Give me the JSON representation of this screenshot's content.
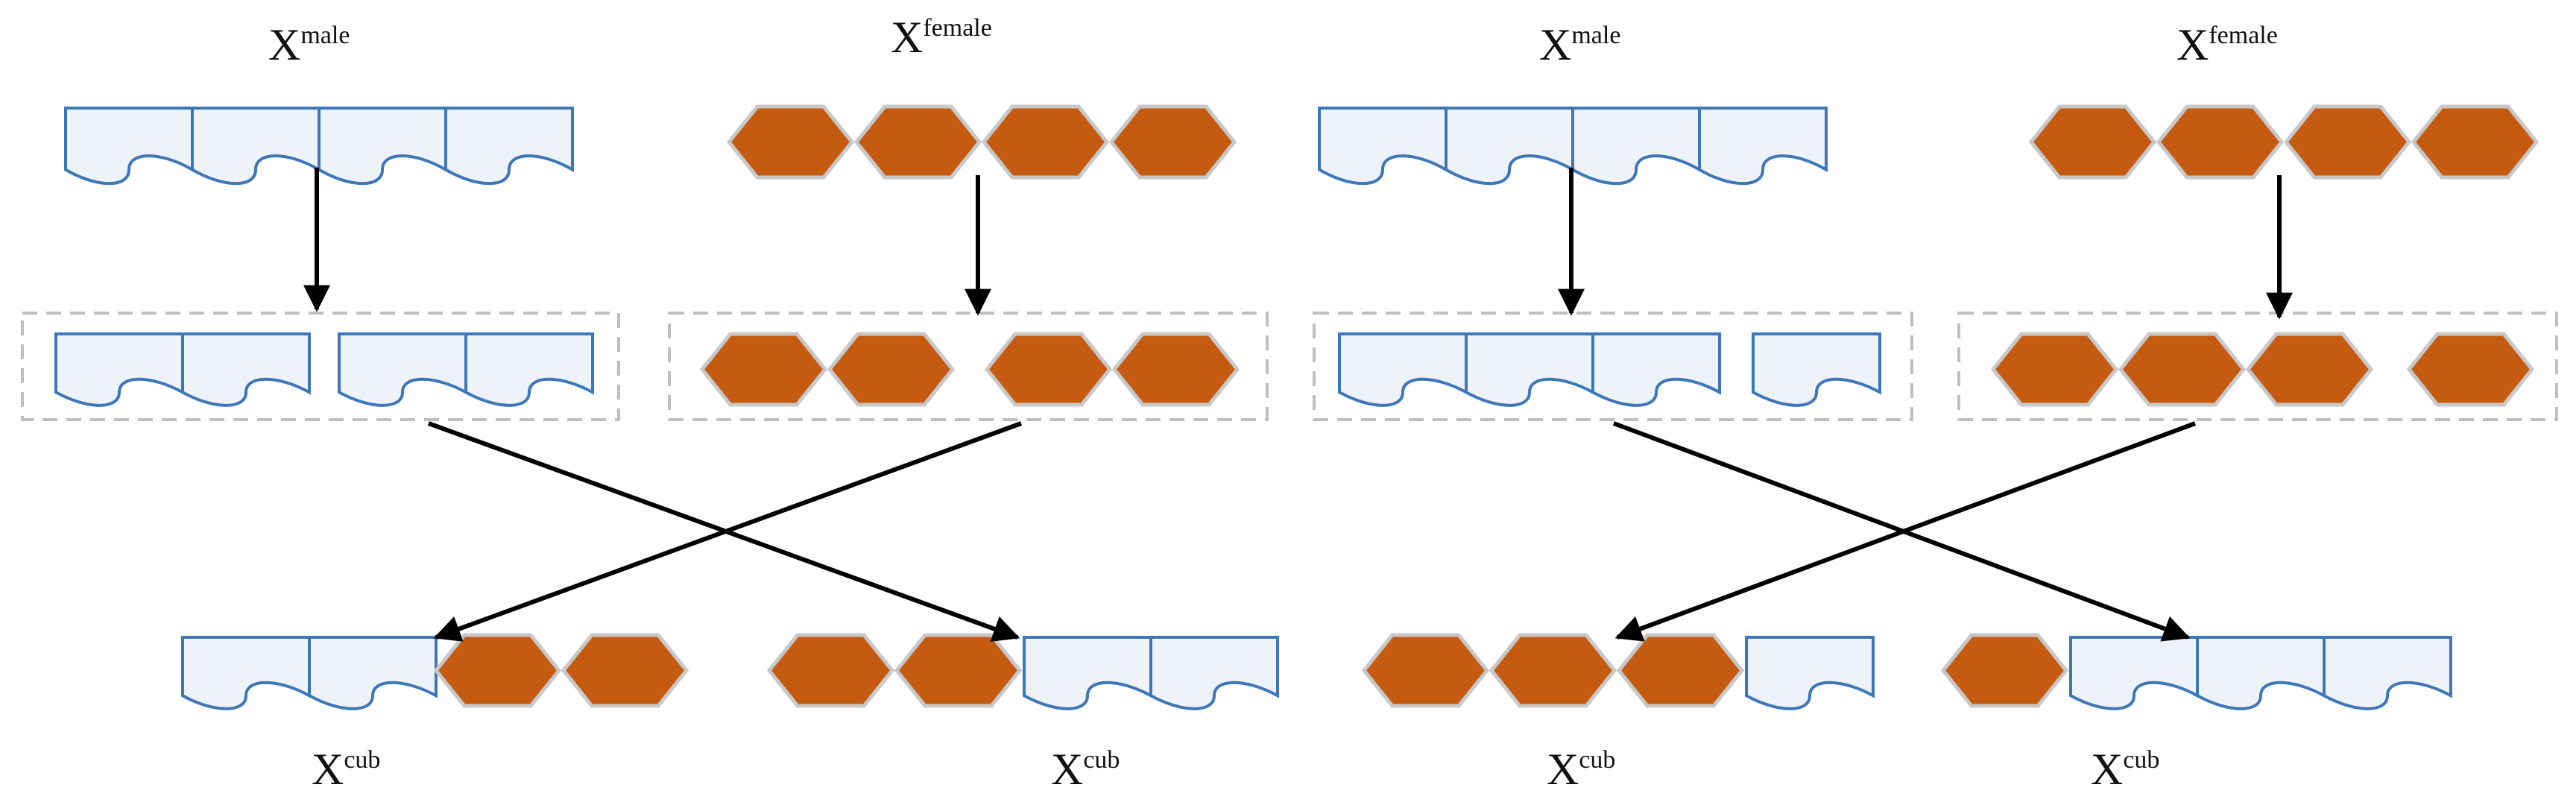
{
  "labels": {
    "male": {
      "symbol": "X",
      "sup": "male"
    },
    "female": {
      "symbol": "X",
      "sup": "female"
    },
    "cub": {
      "symbol": "X",
      "sup": "cub"
    }
  },
  "colors": {
    "male_gene_fill": "#eef3fa",
    "male_gene_stroke": "#3d77b8",
    "female_gene_fill": "#c55a11",
    "female_gene_stroke": "#c8c8c8",
    "dashed_box_stroke": "#bfbfbf",
    "arrow": "#000000"
  },
  "examples": [
    {
      "parents": [
        {
          "label": "male",
          "genes": [
            "male-gene",
            "male-gene",
            "male-gene",
            "male-gene"
          ]
        },
        {
          "label": "female",
          "genes": [
            "female-gene",
            "female-gene",
            "female-gene",
            "female-gene"
          ]
        }
      ],
      "split_after": 2,
      "offspring": [
        {
          "label": "cub",
          "genes": [
            "male-gene",
            "male-gene",
            "female-gene",
            "female-gene"
          ]
        },
        {
          "label": "cub",
          "genes": [
            "female-gene",
            "female-gene",
            "male-gene",
            "male-gene"
          ]
        }
      ]
    },
    {
      "parents": [
        {
          "label": "male",
          "genes": [
            "male-gene",
            "male-gene",
            "male-gene",
            "male-gene"
          ]
        },
        {
          "label": "female",
          "genes": [
            "female-gene",
            "female-gene",
            "female-gene",
            "female-gene"
          ]
        }
      ],
      "split_after": 3,
      "offspring": [
        {
          "label": "cub",
          "genes": [
            "female-gene",
            "female-gene",
            "female-gene",
            "male-gene"
          ]
        },
        {
          "label": "cub",
          "genes": [
            "female-gene",
            "male-gene",
            "male-gene",
            "male-gene"
          ]
        }
      ]
    }
  ]
}
